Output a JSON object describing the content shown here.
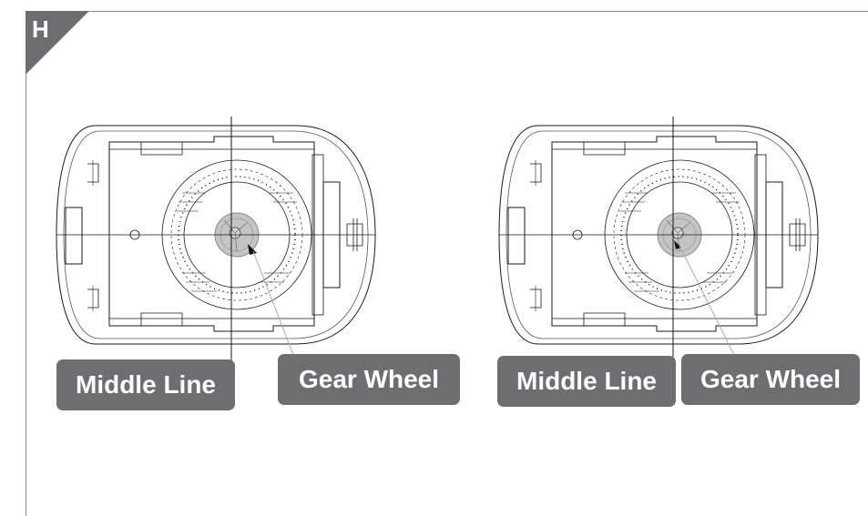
{
  "step": {
    "letter": "H"
  },
  "panels": [
    {
      "middle_line_label": "Middle Line",
      "gear_wheel_label": "Gear Wheel"
    },
    {
      "middle_line_label": "Middle Line",
      "gear_wheel_label": "Gear Wheel"
    }
  ],
  "colors": {
    "frame": "#8a8a8a",
    "tab": "#6e6e70",
    "label_bg": "#6e6e70",
    "label_text": "#ffffff",
    "gear_fill": "#c4c4c4",
    "line": "#1a1a1a"
  }
}
